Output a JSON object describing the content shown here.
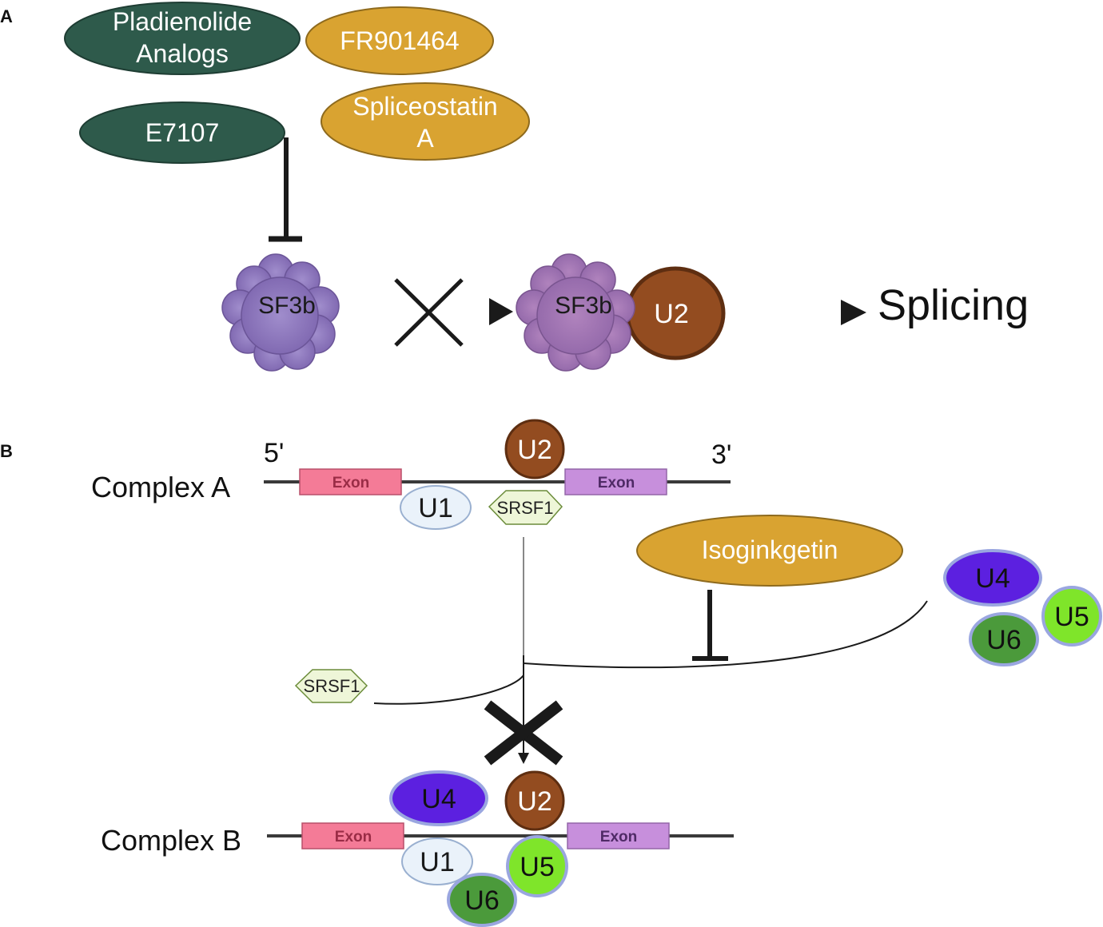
{
  "panel_a": {
    "letter": "A",
    "inhibitors": {
      "pladienolide_line1": "Pladienolide",
      "pladienolide_line2": "Analogs",
      "fr901464": "FR901464",
      "e7107": "E7107",
      "spliceostatin_line1": "Spliceostatin",
      "spliceostatin_line2": "A"
    },
    "sf3b_label": "SF3b",
    "sf3b_bound_label": "SF3b",
    "u2_label": "U2",
    "outcome": "Splicing"
  },
  "panel_b": {
    "letter": "B",
    "five_prime": "5'",
    "three_prime": "3'",
    "complex_a": {
      "label": "Complex A",
      "exon_left": "Exon",
      "exon_right": "Exon",
      "u2": "U2",
      "u1": "U1",
      "srsf1": "SRSF1"
    },
    "inhibitor": "Isoginkgetin",
    "free_snrnps": {
      "u4": "U4",
      "u5": "U5",
      "u6": "U6"
    },
    "free_srsf1": "SRSF1",
    "complex_b": {
      "label": "Complex B",
      "exon_left": "Exon",
      "exon_right": "Exon",
      "u4": "U4",
      "u2": "U2",
      "u1": "U1",
      "u5": "U5",
      "u6": "U6"
    }
  },
  "colors": {
    "pladienolide_fill": "#2e5a4b",
    "fr_fill": "#d9a331",
    "sf3b_fill": "#8e74b8",
    "u2_fill": "#934c20",
    "exon_left_fill": "#f47b97",
    "exon_right_fill": "#c78fdc",
    "u1_fill": "#eaf2fa",
    "srsf1_fill": "#eef6d8",
    "u4_fill": "#5c20e0",
    "u5_fill": "#7fe52a",
    "u6_fill": "#4b9a3b"
  }
}
